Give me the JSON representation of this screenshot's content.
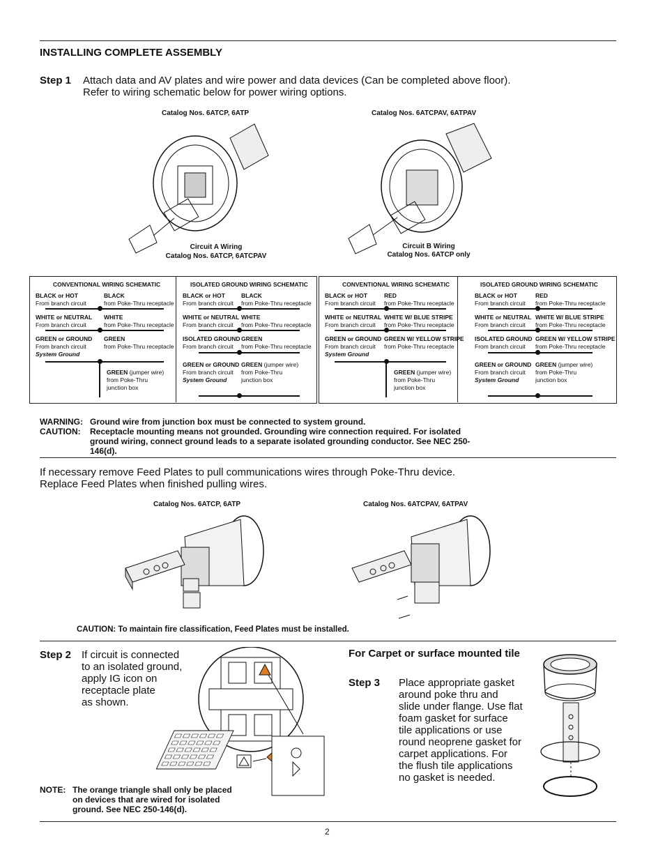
{
  "section_title": "INSTALLING COMPLETE ASSEMBLY",
  "step1": {
    "label": "Step 1",
    "line1": "Attach data and AV plates and wire power and data devices (Can be completed above floor).",
    "line2": "Refer to wiring schematic below for power wiring options."
  },
  "figures_top": {
    "left_catalog": "Catalog Nos.  6ATCP, 6ATP",
    "right_catalog": "Catalog Nos.  6ATCPAV, 6ATPAV",
    "left_caption_1": "Circuit A Wiring",
    "left_caption_2": "Catalog Nos.  6ATCP, 6ATCPAV",
    "right_caption_1": "Circuit B Wiring",
    "right_caption_2": "Catalog Nos.  6ATCP only"
  },
  "schematics": {
    "a_conv": {
      "title": "CONVENTIONAL WIRING SCHEMATIC",
      "rows": [
        {
          "l_t": "BLACK or HOT",
          "l_s": "From branch circuit",
          "r_t": "BLACK",
          "r_s": "from Poke-Thru receptacle"
        },
        {
          "l_t": "WHITE or NEUTRAL",
          "l_s": "From branch circuit",
          "r_t": "WHITE",
          "r_s": "from Poke-Thru receptacle"
        },
        {
          "l_t": "GREEN or GROUND",
          "l_s": "From branch circuit",
          "l_i": "System Ground",
          "r_t": "GREEN",
          "r_s": "from Poke-Thru receptacle"
        }
      ],
      "jumper_t": "GREEN",
      "jumper_a": " (jumper wire)",
      "jumper_s1": "from Poke-Thru",
      "jumper_s2": "junction box"
    },
    "a_iso": {
      "title": "ISOLATED GROUND WIRING SCHEMATIC",
      "rows": [
        {
          "l_t": "BLACK or HOT",
          "l_s": "From branch circuit",
          "r_t": "BLACK",
          "r_s": "from Poke-Thru receptacle"
        },
        {
          "l_t": "WHITE or NEUTRAL",
          "l_s": "From branch circuit",
          "r_t": "WHITE",
          "r_s": "from Poke-Thru receptacle"
        },
        {
          "l_t": "ISOLATED GROUND",
          "l_s": "From branch circuit",
          "r_t": "GREEN",
          "r_s": "from Poke-Thru receptacle"
        },
        {
          "l_t": "GREEN or GROUND",
          "l_s": "From branch circuit",
          "l_i": "System Ground",
          "r_t": "GREEN",
          "r_a": " (jumper wire)",
          "r_s": "from Poke-Thru",
          "r_s2": "junction box"
        }
      ]
    },
    "b_conv": {
      "title": "CONVENTIONAL WIRING SCHEMATIC",
      "rows": [
        {
          "l_t": "BLACK or HOT",
          "l_s": "From branch circuit",
          "r_t": "RED",
          "r_s": "from Poke-Thru receptacle"
        },
        {
          "l_t": "WHITE or NEUTRAL",
          "l_s": "From branch circuit",
          "r_t": "WHITE W/ BLUE STRIPE",
          "r_s": "from Poke-Thru receptacle"
        },
        {
          "l_t": "GREEN or GROUND",
          "l_s": "From branch circuit",
          "l_i": "System Ground",
          "r_t": "GREEN W/ YELLOW STRIPE",
          "r_s": "from Poke-Thru receptacle"
        }
      ],
      "jumper_t": "GREEN",
      "jumper_a": " (jumper wire)",
      "jumper_s1": "from Poke-Thru",
      "jumper_s2": "junction box"
    },
    "b_iso": {
      "title": "ISOLATED GROUND WIRING SCHEMATIC",
      "rows": [
        {
          "l_t": "BLACK or HOT",
          "l_s": "From branch circuit",
          "r_t": "RED",
          "r_s": "from Poke-Thru receptacle"
        },
        {
          "l_t": "WHITE or NEUTRAL",
          "l_s": "From branch circuit",
          "r_t": "WHITE W/ BLUE STRIPE",
          "r_s": "from Poke-Thru receptacle"
        },
        {
          "l_t": "ISOLATED GROUND",
          "l_s": "From branch circuit",
          "r_t": "GREEN W/ YELLOW STRIPE",
          "r_s": "from Poke-Thru receptacle"
        },
        {
          "l_t": "GREEN or GROUND",
          "l_s": "From branch circuit",
          "l_i": "System Ground",
          "r_t": "GREEN",
          "r_a": " (jumper wire)",
          "r_s": "from Poke-Thru",
          "r_s2": "junction box"
        }
      ]
    }
  },
  "warnings": {
    "warning_label": "WARNING:",
    "warning_text": "Ground wire from junction box must be connected to system ground.",
    "caution_label": "CAUTION:",
    "caution_line1": "Receptacle mounting means not grounded.  Grounding wire connection required.  For isolated",
    "caution_line2": "ground wiring, connect ground leads to a separate isolated grounding conductor.  See NEC 250-",
    "caution_line3": "146(d)."
  },
  "feed": {
    "line1": "If necessary remove Feed Plates to pull communications wires through Poke-Thru device.",
    "line2": "Replace Feed Plates when finished pulling wires.",
    "left_catalog": "Catalog Nos.  6ATCP, 6ATP",
    "right_catalog": "Catalog Nos.  6ATCPAV, 6ATPAV",
    "caution": "CAUTION:  To maintain fire classification, Feed Plates must be installed."
  },
  "step2": {
    "label": "Step 2",
    "lines": [
      "If circuit is connected",
      "to an isolated ground,",
      "apply IG icon on",
      "receptacle plate",
      "as shown."
    ],
    "note_label": "NOTE:",
    "note_lines": [
      "The orange triangle shall only be placed",
      "on devices that are wired for isolated",
      "ground. See NEC 250-146(d)."
    ],
    "accent": "#e07a1f"
  },
  "step3": {
    "heading": "For Carpet or surface mounted tile",
    "label": "Step 3",
    "lines": [
      "Place appropriate gasket",
      "around poke thru and",
      "slide under flange. Use flat",
      "foam gasket for surface",
      "tile applications or use",
      "round neoprene gasket for",
      "carpet applications. For",
      "the flush tile applications",
      "no gasket is needed."
    ]
  },
  "page_number": "2"
}
